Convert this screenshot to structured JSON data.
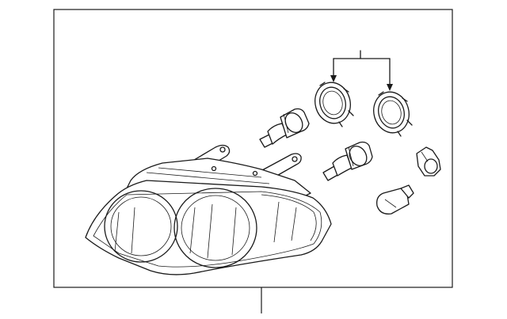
{
  "diagram": {
    "parts": [
      {
        "name": "headlamp-assembly",
        "icon": "headlamp-icon"
      },
      {
        "name": "low-beam-bulb",
        "icon": "halogen-bulb-icon"
      },
      {
        "name": "high-beam-bulb",
        "icon": "halogen-bulb-icon"
      },
      {
        "name": "bulb-retaining-ring-left",
        "icon": "retaining-ring-icon"
      },
      {
        "name": "bulb-retaining-ring-right",
        "icon": "retaining-ring-icon"
      },
      {
        "name": "side-marker-socket",
        "icon": "bulb-socket-icon"
      },
      {
        "name": "side-marker-bulb",
        "icon": "wedge-bulb-icon"
      }
    ],
    "callouts": {
      "top_bracket": "",
      "bottom_leader": ""
    }
  }
}
